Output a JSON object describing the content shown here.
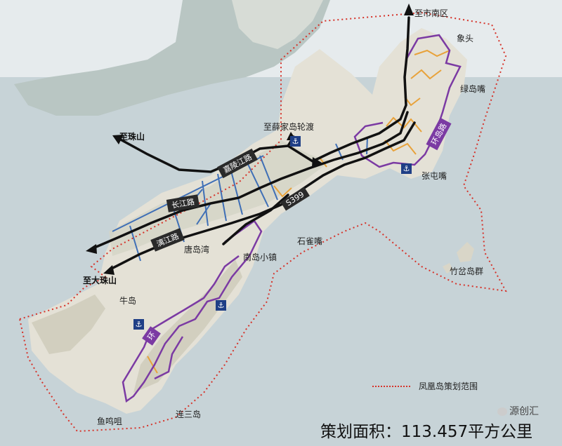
{
  "map": {
    "places": [
      {
        "id": "zhishinanqu",
        "label": "至市南区"
      },
      {
        "id": "xiangtou",
        "label": "象头"
      },
      {
        "id": "ludaozui",
        "label": "绿岛嘴"
      },
      {
        "id": "zhixuejiadao",
        "label": "至薛家岛轮渡"
      },
      {
        "id": "zhangtunzui",
        "label": "张屯嘴"
      },
      {
        "id": "tangdaowan",
        "label": "唐岛湾"
      },
      {
        "id": "shiquezui",
        "label": "石雀嘴"
      },
      {
        "id": "nandaoxiaozhen",
        "label": "南岛小镇"
      },
      {
        "id": "zhupandaoqun",
        "label": "竹岔岛群"
      },
      {
        "id": "niudao",
        "label": "牛岛"
      },
      {
        "id": "yumingzui",
        "label": "鱼鸣咀"
      },
      {
        "id": "liansandao",
        "label": "连三岛"
      }
    ],
    "directions": [
      {
        "id": "zhizhushan",
        "label": "至珠山"
      },
      {
        "id": "zhidazhushan",
        "label": "至大珠山"
      }
    ],
    "roads": [
      {
        "id": "jialingjianglu",
        "label": "嘉陵江路"
      },
      {
        "id": "changjianglu",
        "label": "长江路"
      },
      {
        "id": "lijianglu",
        "label": "漓江路"
      },
      {
        "id": "s399",
        "label": "S399"
      }
    ],
    "ring_roads": [
      {
        "id": "ring-north",
        "label": "环岛路"
      },
      {
        "id": "ring-south",
        "label": "环"
      }
    ],
    "ferry_icon": "anchor-icon",
    "colors": {
      "sea": "#c7d3d7",
      "land": "#e4e1d6",
      "boundary": "#d6332a",
      "main_road": "#111111",
      "secondary_road": "#3f6fb6",
      "orange_road": "#e8a23a",
      "ring_road": "#7b3aa3",
      "pier": "#1f3f86"
    }
  },
  "legend": {
    "label": "凤凰岛策划范围"
  },
  "area_text": "策划面积：113.457平方公里",
  "watermark": "源创汇"
}
